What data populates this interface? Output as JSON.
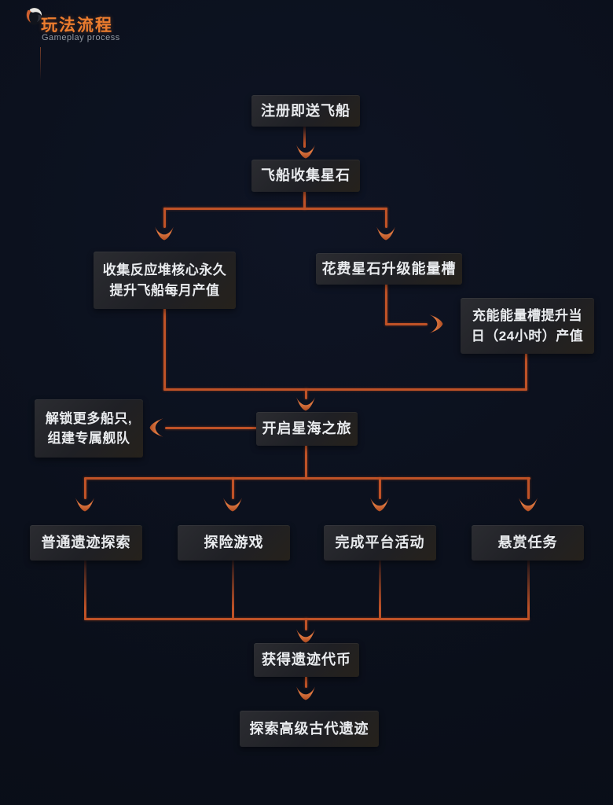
{
  "header": {
    "title": "玩法流程",
    "subtitle": "Gameplay process",
    "logo_icon": "swirl-comet-icon"
  },
  "colors": {
    "background": "#0b101c",
    "connector_line": "#bf5227",
    "arrow_bright": "#e07a42",
    "arrow_dark": "#8f3416",
    "title": "#ed7d2e",
    "subtitle": "#949aa3",
    "node_background": "#222328",
    "node_text": "#e9ebee"
  },
  "flowchart": {
    "nodes": {
      "register": {
        "text": "注册即送飞船"
      },
      "collect": {
        "text": "飞船收集星石"
      },
      "reactor": {
        "line1": "收集反应堆核心永久",
        "line2": "提升飞船每月产值"
      },
      "spend": {
        "text": "花费星石升级能量槽"
      },
      "charge": {
        "line1": "充能能量槽提升当",
        "line2": "日（24小时）产值"
      },
      "unlock": {
        "line1": "解锁更多船只,",
        "line2": "组建专属舰队"
      },
      "journey": {
        "text": "开启星海之旅"
      },
      "explore_normal": {
        "text": "普通遗迹探索"
      },
      "adventure": {
        "text": "探险游戏"
      },
      "platform": {
        "text": "完成平台活动"
      },
      "bounty": {
        "text": "悬赏任务"
      },
      "token": {
        "text": "获得遗迹代币"
      },
      "ancient": {
        "text": "探索高级古代遗迹"
      }
    }
  }
}
